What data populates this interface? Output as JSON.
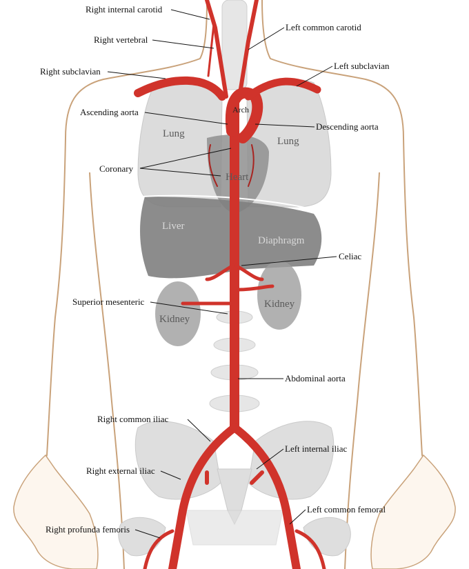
{
  "labels": {
    "right_internal_carotid": "Right internal carotid",
    "right_vertebral": "Right vertebral",
    "right_subclavian": "Right subclavian",
    "left_common_carotid": "Left common carotid",
    "left_subclavian": "Left subclavian",
    "ascending_aorta": "Ascending aorta",
    "descending_aorta": "Descending aorta",
    "coronary": "Coronary",
    "celiac": "Celiac",
    "superior_mesenteric": "Superior mesenteric",
    "abdominal_aorta": "Abdominal aorta",
    "right_common_iliac": "Right common iliac",
    "left_internal_iliac": "Left internal iliac",
    "right_external_iliac": "Right external iliac",
    "left_common_femoral": "Left common femoral",
    "right_profunda_femoris": "Right profunda femoris"
  },
  "organs": {
    "arch": "Arch",
    "lung_right": "Lung",
    "lung_left": "Lung",
    "heart": "Heart",
    "liver": "Liver",
    "diaphragm": "Diaphragm",
    "kidney_left": "Kidney",
    "kidney_right": "Kidney"
  },
  "colors": {
    "artery": "#d0332b",
    "artery_dark": "#a82420",
    "body_outline": "#c9a27a",
    "lung": "#dcdcdc",
    "liver": "#7f7f7f",
    "bone": "#e4e4e4"
  }
}
